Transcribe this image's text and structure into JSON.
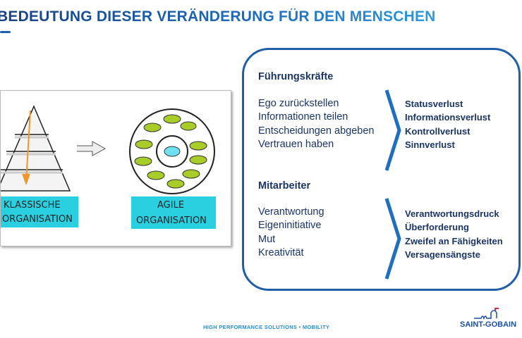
{
  "title": "BEDEUTUNG DIESER VERÄNDERUNG FÜR DEN MENSCHEN",
  "sketch": {
    "left_label_1": "KLASSISCHE",
    "left_label_2": "ORGANISATION",
    "right_label_1": "AGILE",
    "right_label_2": "ORGANISATION"
  },
  "leaders": {
    "heading": "Führungskräfte",
    "items": [
      "Ego zurückstellen",
      "Informationen teilen",
      "Entscheidungen abgeben",
      "Vertrauen haben"
    ],
    "effects": [
      "Statusverlust",
      "Informationsverlust",
      "Kontrollverlust",
      "Sinnverlust"
    ]
  },
  "staff": {
    "heading": "Mitarbeiter",
    "items": [
      "Verantwortung",
      "Eigeninitiative",
      "Mut",
      "Kreativität"
    ],
    "effects": [
      "Verantwortungsdruck",
      "Überforderung",
      "Zweifel an Fähigkeiten",
      "Versagensängste"
    ]
  },
  "footer": "HIGH PERFORMANCE SOLUTIONS • MOBILITY",
  "logo": "SAINT-GOBAIN",
  "colors": {
    "accent": "#1f5fa8",
    "text": "#1a3566",
    "highlight": "#2ad0e0",
    "bubble": "#a8cc28"
  }
}
